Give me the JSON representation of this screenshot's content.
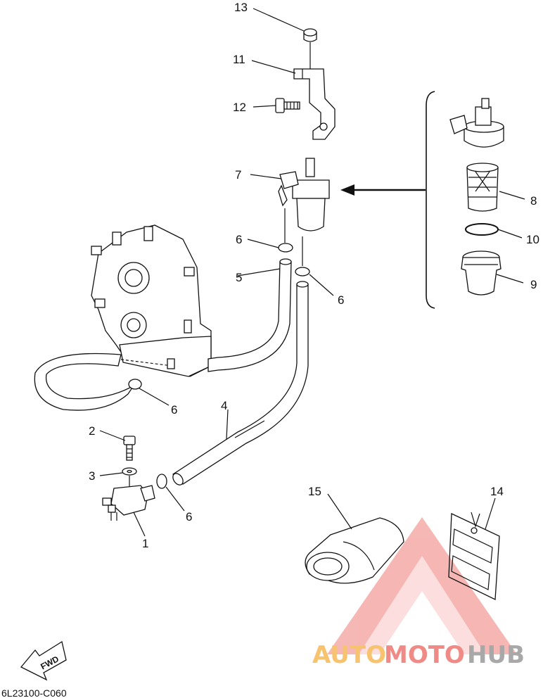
{
  "callouts": {
    "c1": "1",
    "c2": "2",
    "c3": "3",
    "c4": "4",
    "c5": "5",
    "c6a": "6",
    "c6b": "6",
    "c6c": "6",
    "c6d": "6",
    "c7": "7",
    "c8": "8",
    "c9": "9",
    "c10": "10",
    "c11": "11",
    "c12": "12",
    "c13": "13",
    "c14": "14",
    "c15": "15"
  },
  "diagram_code": "6L23100-C060",
  "fwd_label": "FWD",
  "watermark": {
    "part1": "AUTO",
    "part2": "MOTO",
    "part3": "HUB"
  },
  "colors": {
    "line": "#111111",
    "watermark_red": "#f08a86",
    "watermark_orange": "#f7c36e",
    "watermark_gray": "#a8a8a8"
  }
}
